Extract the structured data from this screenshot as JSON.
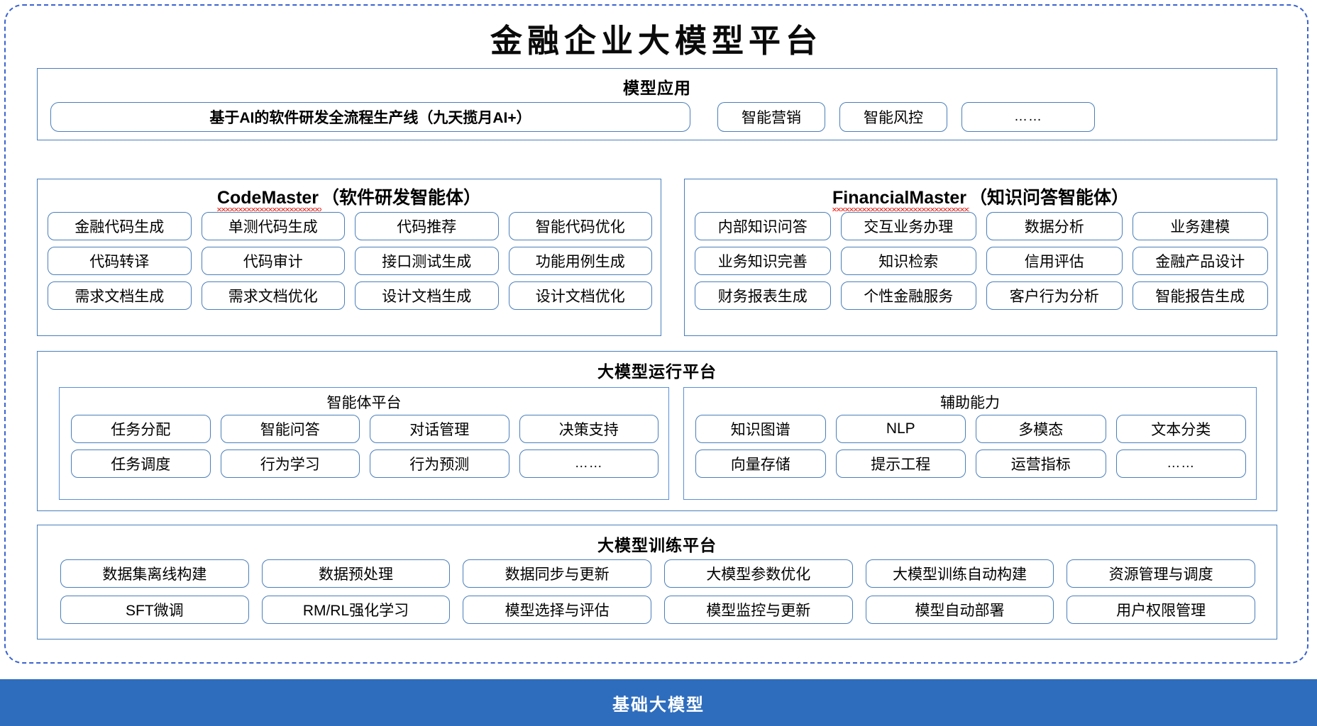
{
  "platform": {
    "title": "金融企业大模型平台",
    "accent_blue": "#2E6DBE",
    "frame_border_color": "#3A63D0",
    "box_border_color": "#4A7EBB",
    "spellcheck_underline_color": "#E8342A"
  },
  "model_application": {
    "title": "模型应用",
    "hero_item": "基于AI的软件研发全流程生产线（九天揽月AI+）",
    "items": [
      "智能营销",
      "智能风控",
      "……"
    ]
  },
  "agents": [
    {
      "latin_name": "CodeMaster",
      "cn_name": "（软件研发智能体）",
      "spellcheck_underline": true,
      "items": [
        "金融代码生成",
        "单测代码生成",
        "代码推荐",
        "智能代码优化",
        "代码转译",
        "代码审计",
        "接口测试生成",
        "功能用例生成",
        "需求文档生成",
        "需求文档优化",
        "设计文档生成",
        "设计文档优化"
      ]
    },
    {
      "latin_name": "FinancialMaster",
      "cn_name": "（知识问答智能体）",
      "spellcheck_underline": true,
      "items": [
        "内部知识问答",
        "交互业务办理",
        "数据分析",
        "业务建模",
        "业务知识完善",
        "知识检索",
        "信用评估",
        "金融产品设计",
        "财务报表生成",
        "个性金融服务",
        "客户行为分析",
        "智能报告生成"
      ]
    }
  ],
  "runtime_platform": {
    "title": "大模型运行平台",
    "subsections": [
      {
        "title": "智能体平台",
        "items": [
          "任务分配",
          "智能问答",
          "对话管理",
          "决策支持",
          "任务调度",
          "行为学习",
          "行为预测",
          "……"
        ]
      },
      {
        "title": "辅助能力",
        "items": [
          "知识图谱",
          "NLP",
          "多模态",
          "文本分类",
          "向量存储",
          "提示工程",
          "运营指标",
          "……"
        ]
      }
    ]
  },
  "training_platform": {
    "title": "大模型训练平台",
    "items": [
      "数据集离线构建",
      "数据预处理",
      "数据同步与更新",
      "大模型参数优化",
      "大模型训练自动构建",
      "资源管理与调度",
      "SFT微调",
      "RM/RL强化学习",
      "模型选择与评估",
      "模型监控与更新",
      "模型自动部署",
      "用户权限管理"
    ]
  },
  "foundation": {
    "label": "基础大模型"
  }
}
